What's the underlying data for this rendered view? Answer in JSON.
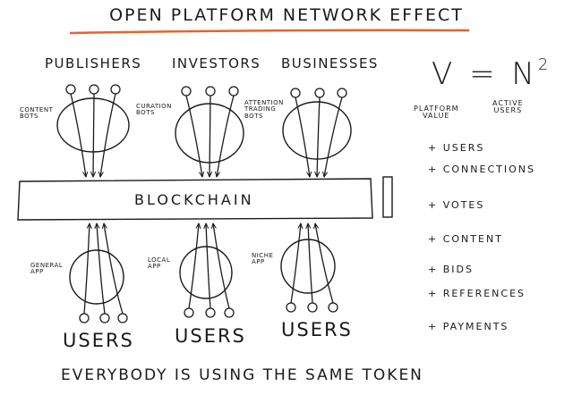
{
  "title": "OPEN PLATFORM NETWORK EFFECT",
  "top_groups": [
    {
      "header": "PUBLISHERS",
      "bot_label": "CONTENT\nBOTS"
    },
    {
      "header": "INVESTORS",
      "bot_label": "CURATION\nBOTS"
    },
    {
      "header": "BUSINESSES",
      "bot_label": "ATTENTION\nTRADING\nBOTS"
    }
  ],
  "blockchain_label": "BLOCKCHAIN",
  "bottom_groups": [
    {
      "app_label": "GENERAL\nAPP",
      "users_label": "USERS"
    },
    {
      "app_label": "LOCAL\nAPP",
      "users_label": "USERS"
    },
    {
      "app_label": "NICHE\nAPP",
      "users_label": "USERS"
    }
  ],
  "formula": {
    "lhs": "V",
    "eq": "=",
    "base": "N",
    "exp": "2"
  },
  "formula_legend": {
    "v_label": "PLATFORM\nVALUE",
    "n_label": "ACTIVE\nUSERS"
  },
  "growth_items": [
    "+ USERS",
    "+ CONNECTIONS",
    "+ VOTES",
    "+ CONTENT",
    "+ BIDS",
    "+ REFERENCES",
    "+ PAYMENTS"
  ],
  "footer": "EVERYBODY IS USING THE SAME TOKEN",
  "colors": {
    "ink": "#1a1a1a",
    "underline": "#e8632b"
  }
}
